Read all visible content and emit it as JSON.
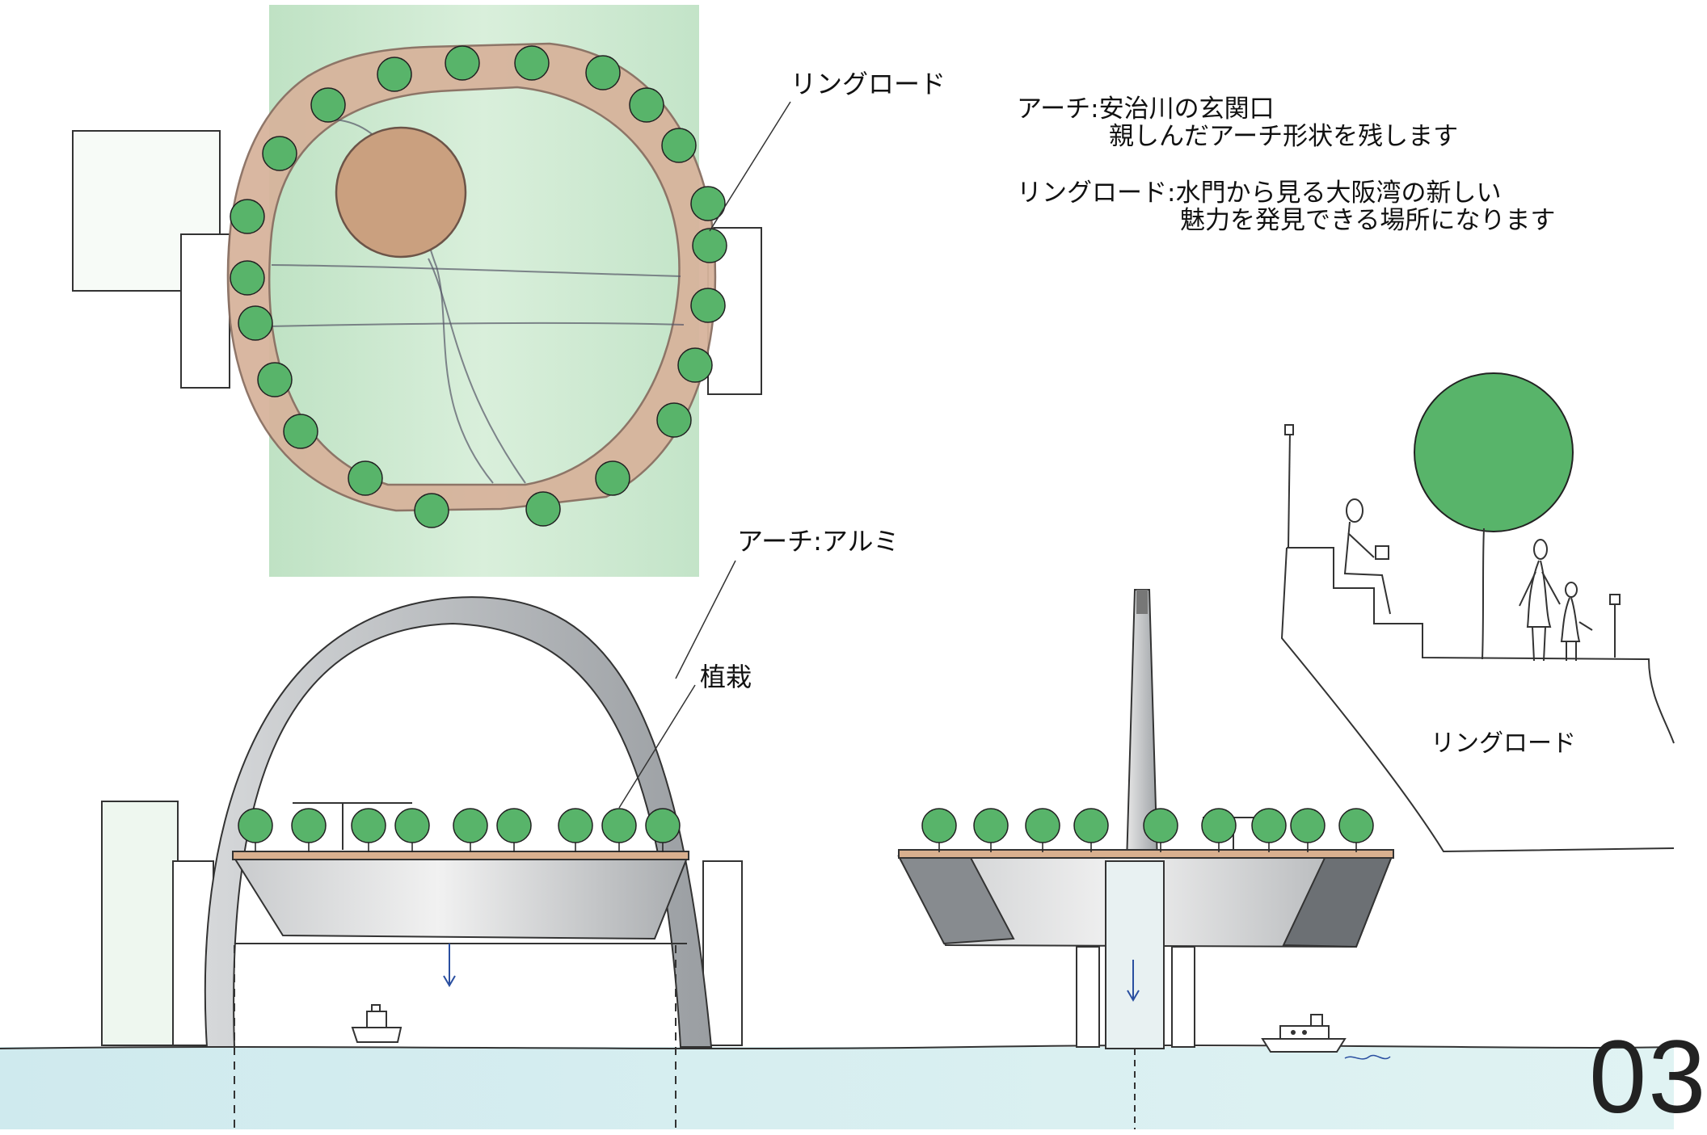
{
  "labels": {
    "plan_ring_road": "リングロード",
    "section_arch": "アーチ:アルミ",
    "section_planting": "植栽",
    "right_ring_road": "リングロード"
  },
  "description": {
    "arch_title": "アーチ:安治川の玄関口",
    "arch_detail": "親しんだアーチ形状を残します",
    "ring_title": "リングロード:水門から見る大阪湾の新しい",
    "ring_detail": "魅力を発見できる場所になります"
  },
  "page_number": "03",
  "colors": {
    "plan_green_band": "#cfe9d2",
    "ring_fill": "#d7b49c",
    "ring_stroke": "#8a6f62",
    "tree_green": "#58b46a",
    "tree_stroke": "#222222",
    "plaza_circle": "#caa07f",
    "water": "#d6eef0",
    "deck_wood": "#d9b08f",
    "grey_body": "#b9bcbf",
    "grey_dark": "#6f7377",
    "ink": "#1e1e1e"
  },
  "icons": {
    "tree": "tree-icon",
    "boat": "boat-icon",
    "person": "person-icon",
    "lamp": "lamp-icon",
    "arrow": "arrow-down-icon"
  }
}
